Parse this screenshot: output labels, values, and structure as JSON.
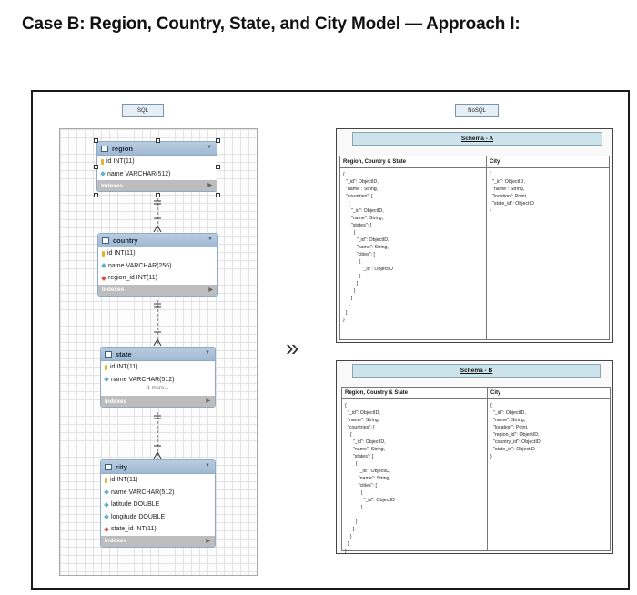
{
  "heading": "Case B: Region, Country, State, and City Model — Approach I:",
  "labels": {
    "sql": "SQL",
    "nosql": "NoSQL"
  },
  "arrow_glyph": "»",
  "tables": [
    {
      "name": "region",
      "rows": [
        {
          "kind": "key",
          "text": "id INT(11)"
        },
        {
          "kind": "col",
          "text": "name VARCHAR(512)"
        }
      ],
      "more": "",
      "indexes": "Indexes"
    },
    {
      "name": "country",
      "rows": [
        {
          "kind": "key",
          "text": "id INT(11)"
        },
        {
          "kind": "col",
          "text": "name VARCHAR(256)"
        },
        {
          "kind": "fk",
          "text": "region_id INT(11)"
        }
      ],
      "more": "",
      "indexes": "Indexes"
    },
    {
      "name": "state",
      "rows": [
        {
          "kind": "key",
          "text": "id INT(11)"
        },
        {
          "kind": "col",
          "text": "name VARCHAR(512)"
        }
      ],
      "more": "1 more...",
      "indexes": "Indexes"
    },
    {
      "name": "city",
      "rows": [
        {
          "kind": "key",
          "text": "id INT(11)"
        },
        {
          "kind": "col",
          "text": "name VARCHAR(512)"
        },
        {
          "kind": "col",
          "text": "latitude DOUBLE"
        },
        {
          "kind": "col",
          "text": "longitude DOUBLE"
        },
        {
          "kind": "fk",
          "text": "state_id INT(11)"
        }
      ],
      "more": "",
      "indexes": "Indexes"
    }
  ],
  "schemas": [
    {
      "title": "Schema - A",
      "left_head": "Region, Country & State",
      "right_head": "City",
      "left_code": "{\n  \"_id\": ObjectID,\n  \"name\": String,\n  \"countries\": [\n    {\n      \"_id\": ObjectID,\n      \"name\": String,\n      \"states\": [\n        {\n          \"_id\": ObjectID,\n          \"name\": String,\n          \"cities\": [\n            {\n              \"_id\": ObjectID\n            }\n          ]\n        }\n      ]\n    }\n  ]\n}",
      "right_code": "{\n  \"_id\": ObjectID,\n  \"name\": String,\n  \"location\": Point,\n  \"state_id\": ObjectID\n}"
    },
    {
      "title": "Schema - B",
      "left_head": "Region, Country & State",
      "right_head": "City",
      "left_code": "{\n  \"_id\": ObjectID,\n  \"name\": String,\n  \"countries\": [\n    {\n      \"_id\": ObjectID,\n      \"name\": String,\n      \"states\": [\n        {\n          \"_id\": ObjectID,\n          \"name\": String,\n          \"cities\": [\n            {\n              \"_id\": ObjectID\n            }\n          ]\n        }\n      ]\n    }\n  ]\n}",
      "right_code": "{\n  \"_id\": ObjectID,\n  \"name\": String,\n  \"location\": Point,\n  \"region_id\": ObjectID,\n  \"country_id\": ObjectID,\n  \"state_id\": ObjectID\n}"
    }
  ]
}
